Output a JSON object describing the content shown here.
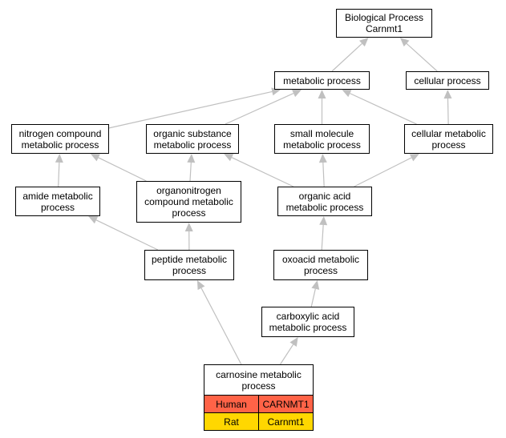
{
  "diagram": {
    "root": {
      "label": "Biological Process\nCarnmt1"
    },
    "terms": {
      "metabolic_process": "metabolic process",
      "cellular_process": "cellular process",
      "nitrogen_compound": "nitrogen compound\nmetabolic process",
      "organic_substance": "organic substance\nmetabolic process",
      "small_molecule": "small molecule\nmetabolic process",
      "cellular_metabolic": "cellular metabolic\nprocess",
      "amide_metabolic": "amide metabolic\nprocess",
      "organonitrogen": "organonitrogen\ncompound metabolic\nprocess",
      "organic_acid": "organic acid\nmetabolic process",
      "peptide_metabolic": "peptide metabolic\nprocess",
      "oxoacid_metabolic": "oxoacid metabolic\nprocess",
      "carboxylic_acid": "carboxylic acid\nmetabolic process"
    },
    "leaf": {
      "label": "carnosine metabolic\nprocess",
      "orthologs": [
        {
          "species": "Human",
          "gene": "CARNMT1",
          "color": "#ff6347"
        },
        {
          "species": "Rat",
          "gene": "Carnmt1",
          "color": "#ffd700"
        }
      ]
    },
    "edge_color": "#c0c0c0",
    "edges": [
      [
        "metabolic_process",
        "root"
      ],
      [
        "cellular_process",
        "root"
      ],
      [
        "nitrogen_compound",
        "metabolic_process"
      ],
      [
        "organic_substance",
        "metabolic_process"
      ],
      [
        "small_molecule",
        "metabolic_process"
      ],
      [
        "cellular_metabolic",
        "metabolic_process"
      ],
      [
        "cellular_metabolic",
        "cellular_process"
      ],
      [
        "amide_metabolic",
        "nitrogen_compound"
      ],
      [
        "organonitrogen",
        "nitrogen_compound"
      ],
      [
        "organonitrogen",
        "organic_substance"
      ],
      [
        "organic_acid",
        "organic_substance"
      ],
      [
        "organic_acid",
        "small_molecule"
      ],
      [
        "organic_acid",
        "cellular_metabolic"
      ],
      [
        "peptide_metabolic",
        "amide_metabolic"
      ],
      [
        "peptide_metabolic",
        "organonitrogen"
      ],
      [
        "oxoacid_metabolic",
        "organic_acid"
      ],
      [
        "carboxylic_acid",
        "oxoacid_metabolic"
      ],
      [
        "leaf",
        "peptide_metabolic"
      ],
      [
        "leaf",
        "carboxylic_acid"
      ]
    ]
  }
}
